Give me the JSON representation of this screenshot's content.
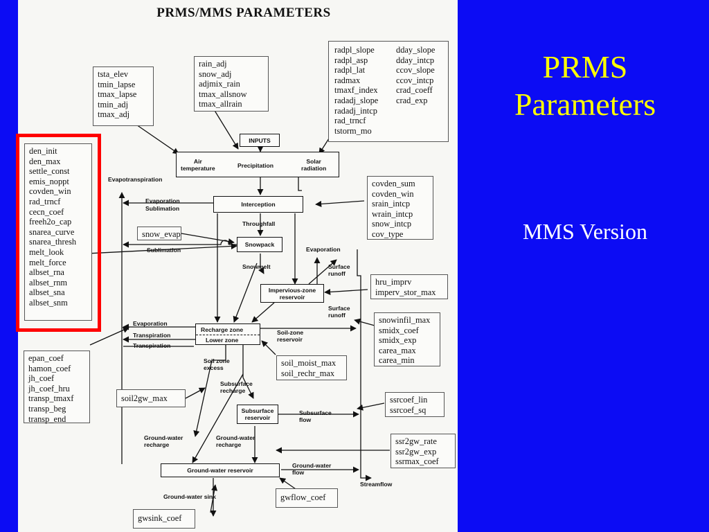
{
  "slide": {
    "title_line1": "PRMS",
    "title_line2": "Parameters",
    "subtitle": "MMS Version",
    "title_color": "#ffff00",
    "background_color": "#0c0cf4",
    "highlight_color": "#ff0000"
  },
  "diagram": {
    "title": "PRMS/MMS PARAMETERS",
    "param_boxes": {
      "snow": "den_init\nden_max\nsettle_const\nemis_noppt\ncovden_win\nrad_trncf\ncecn_coef\nfreeh2o_cap\nsnarea_curve\nsnarea_thresh\nmelt_look\nmelt_force\nalbset_rna\nalbset_rnm\nalbset_sna\nalbset_snm",
      "temperature": "tsta_elev\ntmin_lapse\ntmax_lapse\ntmin_adj\ntmax_adj",
      "precip": "rain_adj\nsnow_adj\nadjmix_rain\ntmax_allsnow\ntmax_allrain",
      "solar_left": "radpl_slope\nradpl_asp\nradpl_lat\nradmax\ntmaxf_index\nradadj_slope\nradadj_intcp\nrad_trncf\ntstorm_mo",
      "solar_right": "dday_slope\ndday_intcp\nccov_slope\nccov_intcp\ncrad_coeff\ncrad_exp",
      "interception": "covden_sum\ncovden_win\nsrain_intcp\nwrain_intcp\nsnow_intcp\ncov_type",
      "snow_evap": "snow_evap",
      "impervious": "hru_imprv\nimperv_stor_max",
      "surface_runoff": "snowinfil_max\nsmidx_coef\nsmidx_exp\ncarea_max\ncarea_min",
      "soil_moist": "soil_moist_max\nsoil_rechr_max",
      "evapotranspiration": "epan_coef\nhamon_coef\njh_coef\njh_coef_hru\ntransp_tmaxf\ntransp_beg\ntransp_end",
      "soil2gw": "soil2gw_max",
      "ssr_coef": "ssrcoef_lin\nssrcoef_sq",
      "ssr2gw": "ssr2gw_rate\nssr2gw_exp\nssrmax_coef",
      "gwflow": "gwflow_coef",
      "gwsink": "gwsink_coef"
    },
    "processes": {
      "inputs": "INPUTS",
      "air_temperature": "Air\ntemperature",
      "precipitation": "Precipitation",
      "solar_radiation": "Solar\nradiation",
      "interception": "Interception",
      "snowpack": "Snowpack",
      "impervious_zone": "Impervious-zone\nreservoir",
      "recharge_zone": "Recharge zone",
      "lower_zone": "Lower zone",
      "subsurface_reservoir": "Subsurface\nreservoir",
      "groundwater_reservoir": "Ground-water reservoir"
    },
    "flows": {
      "evapotranspiration": "Evapotranspiration",
      "evaporation_1": "Evaporation",
      "sublimation_1": "Sublimation",
      "throughfall": "Throughfall",
      "sublimation_2": "Sublimation",
      "evaporation_2": "Evaporation",
      "surface_runoff_1": "Surface\nrunoff",
      "snowmelt": "Snowmelt",
      "surface_runoff_2": "Surface\nrunoff",
      "evaporation_3": "Evaporation",
      "transpiration_1": "Transpiration",
      "transpiration_2": "Transpiration",
      "soil_zone_reservoir": "Soil-zone\nreservoir",
      "soil_zone_excess": "Soil zone\nexcess",
      "subsurface_recharge": "Subsurface\nrecharge",
      "subsurface_flow": "Subsurface\nflow",
      "gw_recharge_1": "Ground-water\nrecharge",
      "gw_recharge_2": "Ground-water\nrecharge",
      "gw_flow": "Ground-water\nflow",
      "streamflow": "Streamflow",
      "gw_sink": "Ground-water sink"
    }
  }
}
